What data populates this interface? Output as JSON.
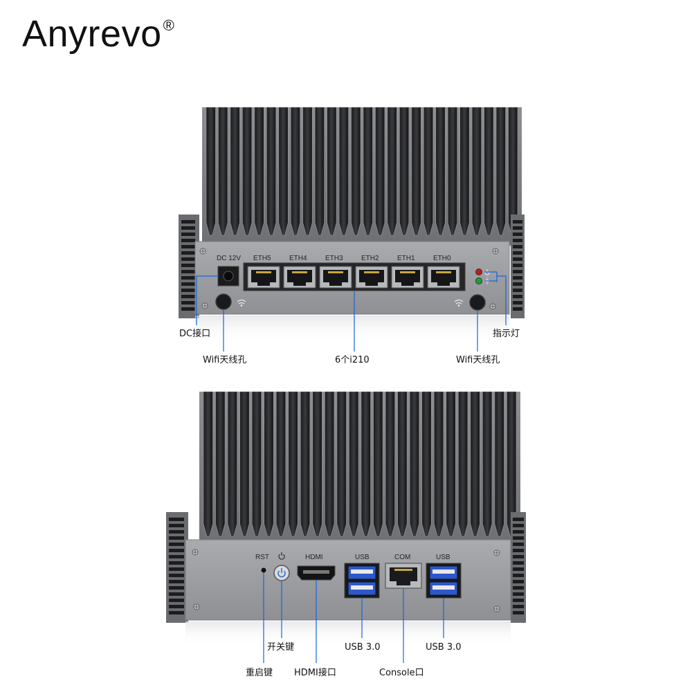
{
  "brand": {
    "name": "Anyrevo",
    "mark": "®"
  },
  "top_device": {
    "dc_label": "DC 12V",
    "eth_ports": [
      "ETH5",
      "ETH4",
      "ETH3",
      "ETH2",
      "ETH1",
      "ETH0"
    ],
    "callouts": {
      "dc": "DC接口",
      "wifi_left": "Wifi天线孔",
      "nics": "6个i210",
      "wifi_right": "Wifi天线孔",
      "leds": "指示灯"
    }
  },
  "bottom_device": {
    "port_labels": {
      "rst": "RST",
      "hdmi": "HDMI",
      "usb_left": "USB",
      "com": "COM",
      "usb_right": "USB"
    },
    "callouts": {
      "power": "开关键",
      "reset": "重启键",
      "hdmi": "HDMI接口",
      "usb_left": "USB 3.0",
      "console": "Console口",
      "usb_right": "USB 3.0"
    }
  }
}
